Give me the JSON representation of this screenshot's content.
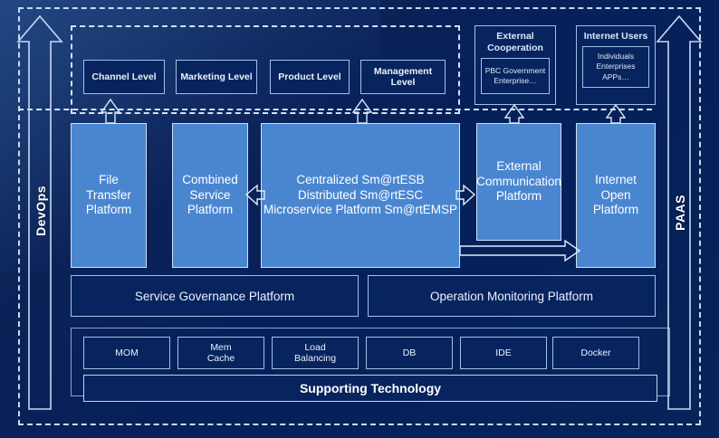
{
  "colors": {
    "panel_dark": "#07245f",
    "platform_blue": "#4a86d0",
    "stroke": "#9fc0e8",
    "text": "#ffffff"
  },
  "side_arrows": {
    "left_label": "DevOps",
    "right_label": "PAAS"
  },
  "business_levels": {
    "items": [
      {
        "label": "Channel Level"
      },
      {
        "label": "Marketing Level"
      },
      {
        "label": "Product Level"
      },
      {
        "label": "Management Level"
      }
    ]
  },
  "external_groups": [
    {
      "title": "External Cooperation",
      "detail": "PBC Government\nEnterprise…"
    },
    {
      "title": "Internet Users",
      "detail": "Individuals\nEnterprises\nAPPs…"
    }
  ],
  "platforms": [
    {
      "label": "File\nTransfer\nPlatform"
    },
    {
      "label": "Combined\nService\nPlatform"
    },
    {
      "label": "Centralized Sm@rtESB\nDistributed Sm@rtESC\nMicroservice Platform Sm@rtEMSP"
    },
    {
      "label": "External\nCommunication\nPlatform"
    },
    {
      "label": "Internet\nOpen\nPlatform"
    }
  ],
  "governance": [
    {
      "label": "Service Governance Platform"
    },
    {
      "label": "Operation Monitoring Platform"
    }
  ],
  "technologies": [
    {
      "label": "MOM"
    },
    {
      "label": "Mem\nCache"
    },
    {
      "label": "Load\nBalancing"
    },
    {
      "label": "DB"
    },
    {
      "label": "IDE"
    },
    {
      "label": "Docker"
    }
  ],
  "supporting": {
    "label": "Supporting Technology"
  }
}
